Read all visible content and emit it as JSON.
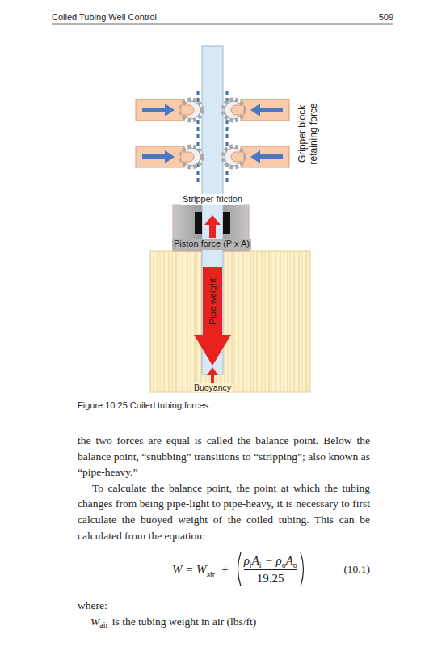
{
  "diagram": {
    "caption": "Figure 10.25 Coiled tubing forces.",
    "labels": [
      "Coiled Tubing Well Control",
      "509",
      "Gripper block retaining force",
      "Stripper friction",
      "Piston force (P x A)",
      "Pipe weight",
      "Buoyancy",
      "the two forces are equal is called the balance point. Below the balance point, “snubbing” transitions to “stripping”; also known as “pipe-heavy.”",
      "To calculate the balance point, the point at which the tubing changes from being pipe-light to pipe-heavy, it is necessary to first calculate the buoyed weight of the coiled tubing. This can be calculated from the equation:",
      "W = W",
      "air",
      "+",
      "ρ",
      "i",
      "A",
      "i",
      "− ρ",
      "o",
      "A",
      "o",
      "19.25",
      "(10.1)",
      "where:",
      "W",
      "air",
      "is the tubing weight in air (lbs/ft)"
    ]
  }
}
